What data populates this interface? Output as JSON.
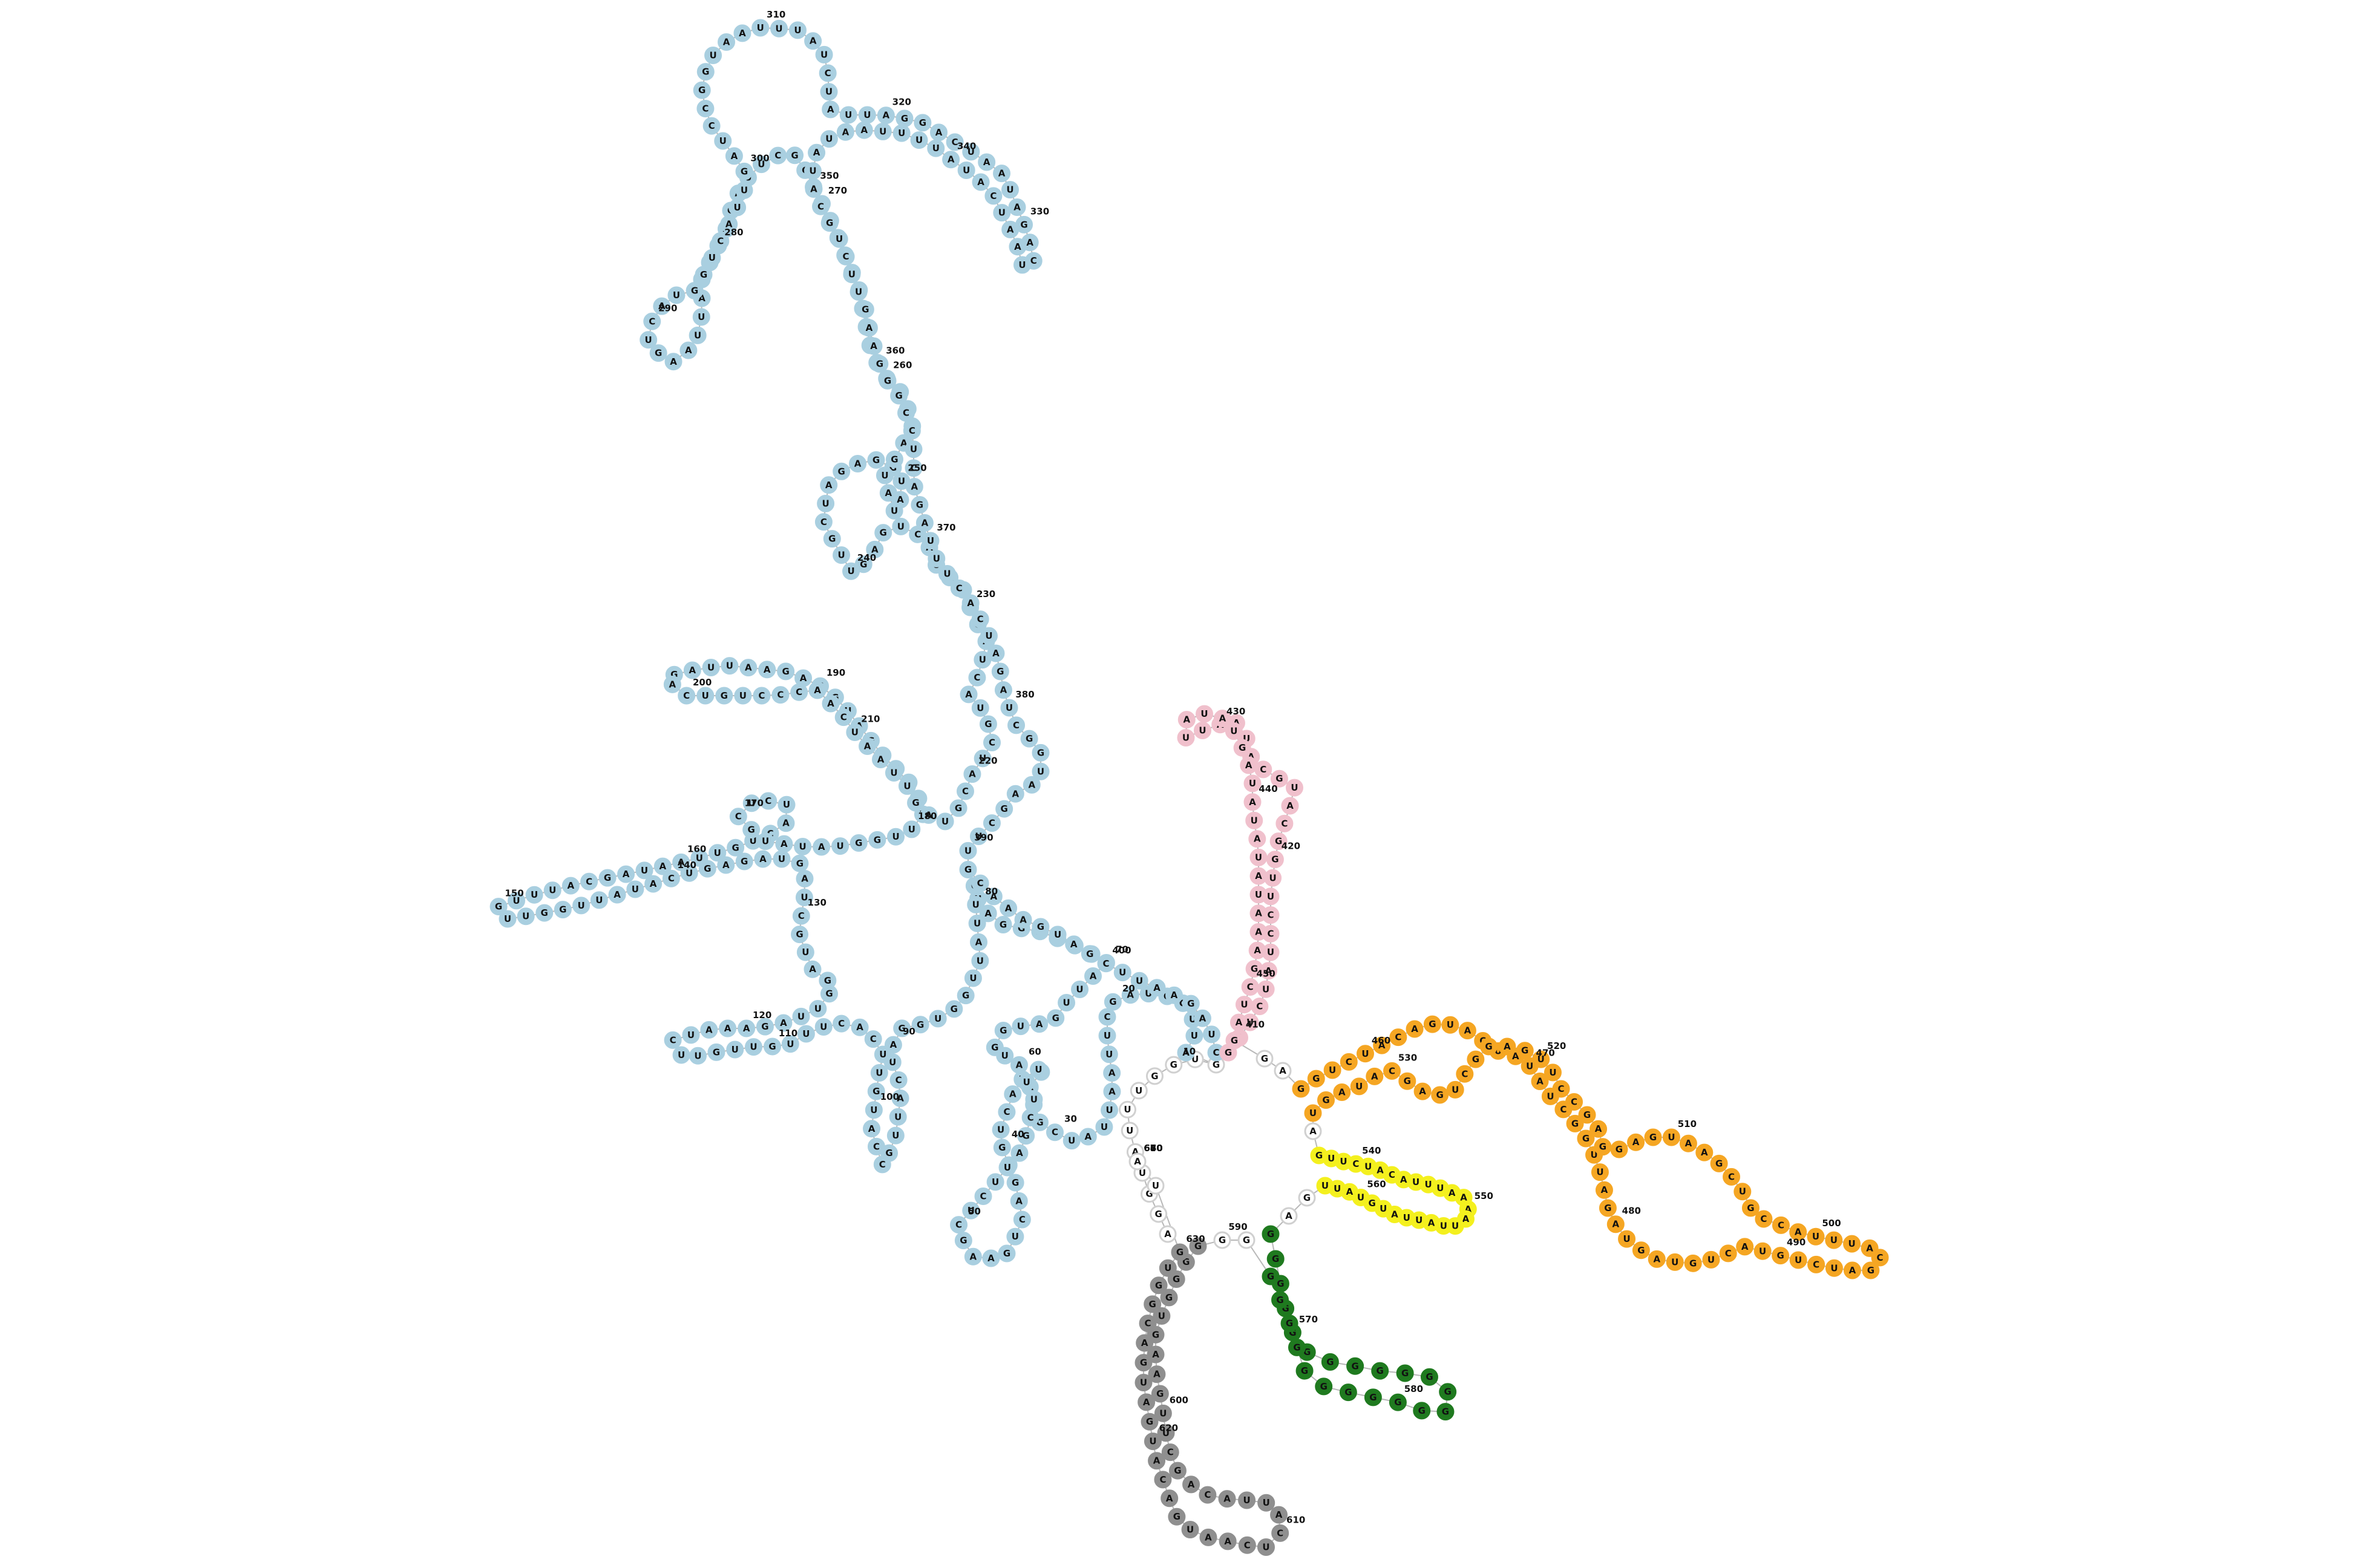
{
  "colors": {
    "stem_blue": "#a9cfe0",
    "pink": "#f0c0cc",
    "orange": "#f5a623",
    "yellow": "#f4f01e",
    "green": "#1f7a1f",
    "grey": "#8f8f8f",
    "unpaired": "#ffffff",
    "letter": "#111111"
  },
  "diagram": {
    "position_labels": [
      "10",
      "20",
      "30",
      "40",
      "50",
      "60",
      "70",
      "80",
      "90",
      "100",
      "110",
      "120",
      "130",
      "140",
      "150",
      "160",
      "170",
      "180",
      "190",
      "200",
      "210",
      "220",
      "230",
      "240",
      "250",
      "260",
      "270",
      "280",
      "290",
      "300",
      "310",
      "320",
      "330",
      "340",
      "350",
      "360",
      "370",
      "380",
      "390",
      "400",
      "410",
      "420",
      "430",
      "440",
      "450",
      "460",
      "470",
      "480",
      "490",
      "500",
      "510",
      "520",
      "530",
      "540",
      "550",
      "560",
      "570",
      "580",
      "590",
      "600",
      "610",
      "620",
      "630",
      "640",
      "650",
      "660",
      "670",
      "680"
    ],
    "sequence_segments": [
      {
        "color": "unpaired",
        "seq": "AGGUAUUUGGUG"
      },
      {
        "color": "stem_blue",
        "seq": "AUUGGUAGCUUAAUUAUCGUAAUUACUGCGACUGAAGCUCUUAGCUUAUGGUAGUUAAAUUAGGAUCUUAUUGGUGGAUCAUUGCCAUGUUCACUUUGUUGUUCUAAAGAUUGGAUGCUAGUAGAGUCAUAUUGGUUGUUUACGAUAAUUGUCAUCUCGUAUAUGGUUUACCAGAUGGAGAAUUAGACUGUCCCAACUAAUUGAUGCAUCGUACUAGCGAUACUGAGUUGCUAGAGGUAUAUGAUAUUGGCUACGAAAUCGCUUAGAUGUAUUAAGUCAUGGUCAUUGAUCCGGUAAUUUAUCUAUUAGGACUAAUAGACUAAUCAUAUUUUAAUAUACGUCUUGAAGGGCCUCAGAUUUCACUAGAUCGGUAAGCUUGCAAAGUAGCUUAAGAUC"
      },
      {
        "color": "pink",
        "seq": "GAUCUAUCCUUGGCAUGCAUAAUUAUAUGAUAUAUAUAAAGCUAG"
      },
      {
        "color": "unpaired",
        "seq": "GA"
      },
      {
        "color": "orange",
        "seq": "GGUCUACAGUACUAUAUCGGUUAGAUGAUGUCAUGUCUAGCAUUUACCGUCGAAUGAGGAGCCUUGAGGCUGAGCAUAGU"
      },
      {
        "color": "unpaired",
        "seq": "A"
      },
      {
        "color": "yellow",
        "seq": "GUUCUACAUUUAAAAUUAUUAUGUAUU"
      },
      {
        "color": "unpaired",
        "seq": "GA"
      },
      {
        "color": "green",
        "seq": "GGGGGGGGGGGGGGGGGGGGGGG"
      },
      {
        "color": "unpaired",
        "seq": "GG"
      },
      {
        "color": "grey",
        "seq": "GGGGUGAAGUUCGACAUUACUCAAUGACAUGAUGACGGUG"
      },
      {
        "color": "unpaired",
        "seq": "UA"
      }
    ]
  }
}
